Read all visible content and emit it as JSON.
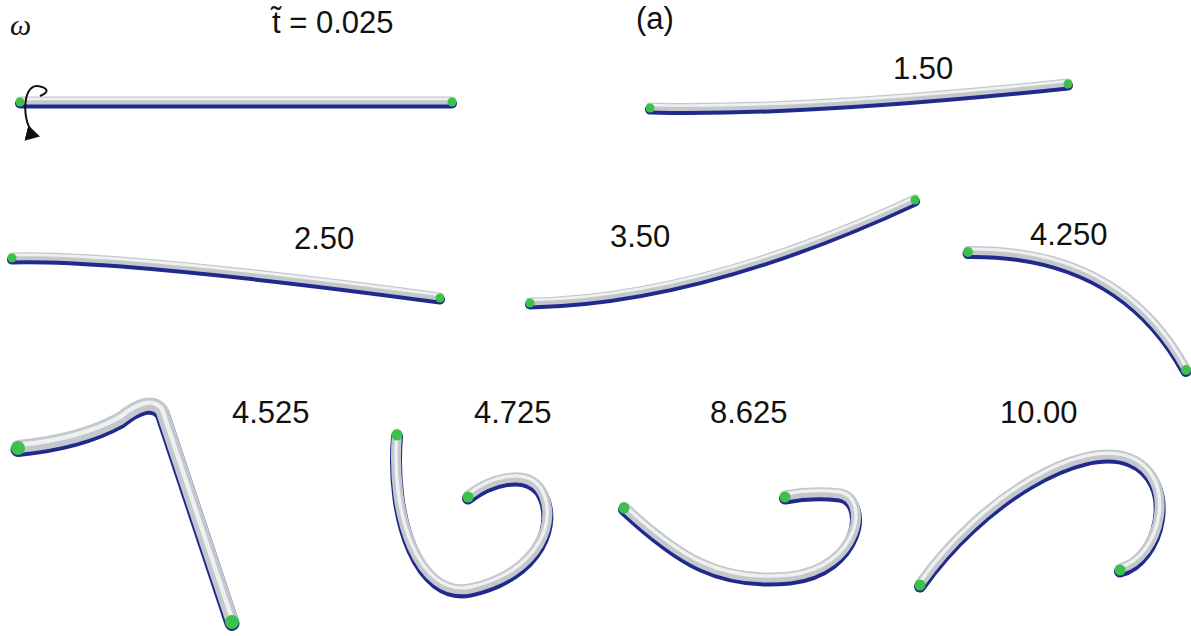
{
  "diagram": {
    "labels": [
      "ω",
      "t̃ = 0.025",
      "(a)",
      "1.50",
      "2.50",
      "3.50",
      "4.250",
      "4.525",
      "4.725",
      "8.625",
      "10.00"
    ]
  }
}
